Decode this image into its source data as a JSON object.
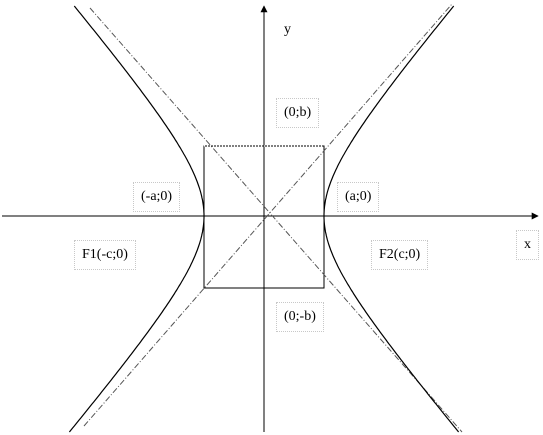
{
  "labels": {
    "y_axis": "y",
    "x_axis": "x",
    "top_vertex": "(0;b)",
    "bottom_vertex": "(0;-b)",
    "left_vertex": "(-a;0)",
    "right_vertex": "(a;0)",
    "left_focus": "F1(-c;0)",
    "right_focus": "F2(c;0)"
  },
  "colors": {
    "ink": "#000000",
    "guide": "#8c8c8c",
    "label_border": "#c8c8c8"
  }
}
